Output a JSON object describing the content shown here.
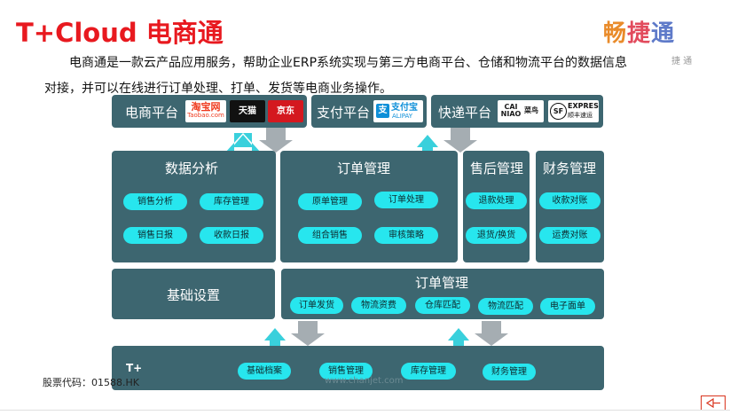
{
  "header": {
    "title": "T+Cloud  电商通",
    "logo": {
      "c1": "畅",
      "c2": "捷",
      "c3": "通"
    },
    "logo_sub": "捷   通",
    "desc_line1": "电商通是一款云产品应用服务，帮助企业ERP系统实现与第三方电商平台、仓储和物流平台的数据信息",
    "desc_line2": "对接，并可以在线进行订单处理、打单、发货等电商业务操作。"
  },
  "top_row": {
    "ecommerce": {
      "label": "电商平台",
      "taobao": {
        "main": "淘宝网",
        "sub": "Taobao.com"
      },
      "tmall": "天猫",
      "jd": "京东"
    },
    "payment": {
      "label": "支付平台",
      "alipay": {
        "main": "支付宝",
        "sub": "ALIPAY"
      }
    },
    "express": {
      "label": "快递平台",
      "cainiao": {
        "main": "CAI NIAO",
        "sub": "菜鸟"
      },
      "sf": {
        "mark": "SF",
        "main": "EXPRESS",
        "sub": "顺丰速运"
      }
    }
  },
  "middle_row": {
    "data_analysis": {
      "title": "数据分析",
      "items": [
        "销售分析",
        "库存管理",
        "销售日报",
        "收款日报"
      ]
    },
    "order_mgmt": {
      "title": "订单管理",
      "items": [
        "原单管理",
        "订单处理",
        "组合销售",
        "审核策略"
      ]
    },
    "after_sales": {
      "title": "售后管理",
      "items": [
        "退款处理",
        "退货/换货"
      ]
    },
    "finance": {
      "title": "财务管理",
      "items": [
        "收款对账",
        "运费对账"
      ]
    }
  },
  "lower_row": {
    "basic_settings": {
      "title": "基础设置"
    },
    "order_mgmt2": {
      "title": "订单管理",
      "items": [
        "订单发货",
        "物流资费",
        "仓库匹配",
        "物流匹配",
        "电子面单"
      ]
    }
  },
  "bottom_row": {
    "label": "T+",
    "items": [
      "基础档案",
      "销售管理",
      "库存管理",
      "财务管理"
    ]
  },
  "footer": {
    "stock": "股票代码：01588.HK",
    "url": "www.chanjet.com"
  },
  "colors": {
    "panel": "#3d6670",
    "pill": "#27e6ee",
    "title_red": "#e8191f",
    "arrow_gray": "#a5adb2",
    "arrow_cyan": "#39d0dc"
  }
}
